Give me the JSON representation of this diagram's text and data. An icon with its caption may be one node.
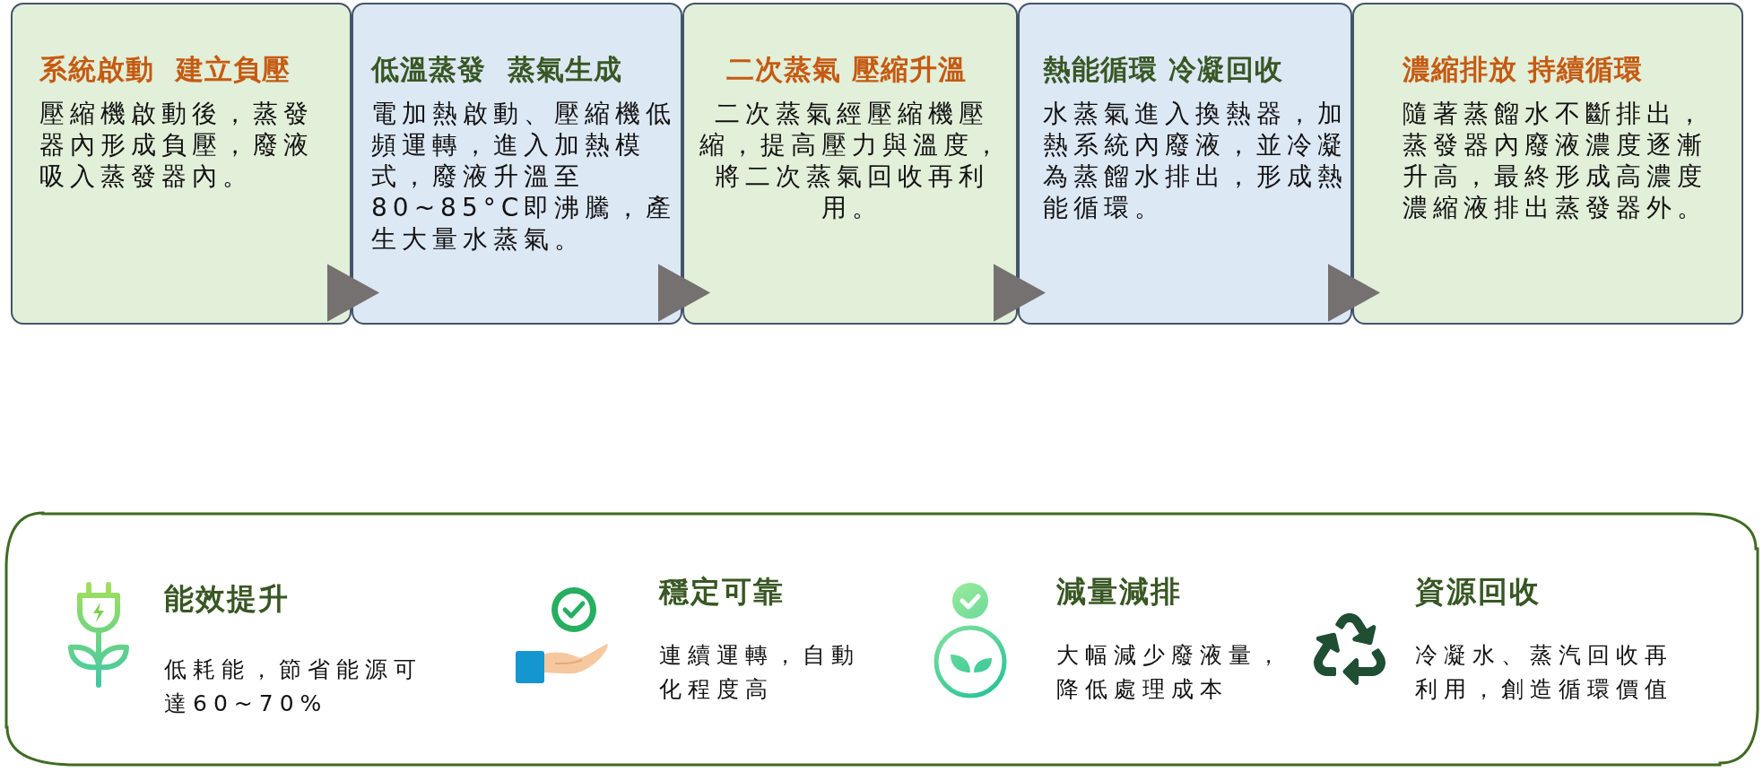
{
  "diagram": {
    "nodes": [
      {
        "text": [
          "系統啟動  建立負壓",
          "壓縮機啟動後，蒸發器內形成負壓，廢液吸入蒸發器內。"
        ]
      },
      {
        "text": [
          "低溫蒸發  蒸氣生成",
          "電加熱啟動、壓縮機低頻運轉，進入加熱模式，廢液升溫至80~85°C即沸騰，產生大量水蒸氣。"
        ]
      },
      {
        "text": [
          "二次蒸氣 壓縮升溫",
          "二次蒸氣經壓縮機壓縮，提高壓力與溫度，將二次蒸氣回收再利用。"
        ]
      },
      {
        "text": [
          "熱能循環 冷凝回收",
          "水蒸氣進入換熱器，加熱系統內廢液，並冷凝為蒸餾水排出，形成熱能循環。"
        ]
      },
      {
        "text": [
          "濃縮排放 持續循環",
          "隨著蒸餾水不斷排出，蒸發器內廢液濃度逐漸升高，最終形成高濃度濃縮液排出蒸發器外。"
        ]
      }
    ],
    "edges": [
      {
        "from": 0,
        "to": 1,
        "arrow": "to"
      },
      {
        "from": 1,
        "to": 2,
        "arrow": "to"
      },
      {
        "from": 2,
        "to": 3,
        "arrow": "to"
      },
      {
        "from": 3,
        "to": 4,
        "arrow": "to"
      }
    ],
    "labels": [
      "能效提升",
      "低耗能，節省能源可達60~70%",
      "穩定可靠",
      "連續運轉，自動化程度高",
      "減量減排",
      "大幅減少廢液量，降低處理成本",
      "資源回收",
      "冷凝水、蒸汽回收再利用，創造循環價值"
    ]
  }
}
